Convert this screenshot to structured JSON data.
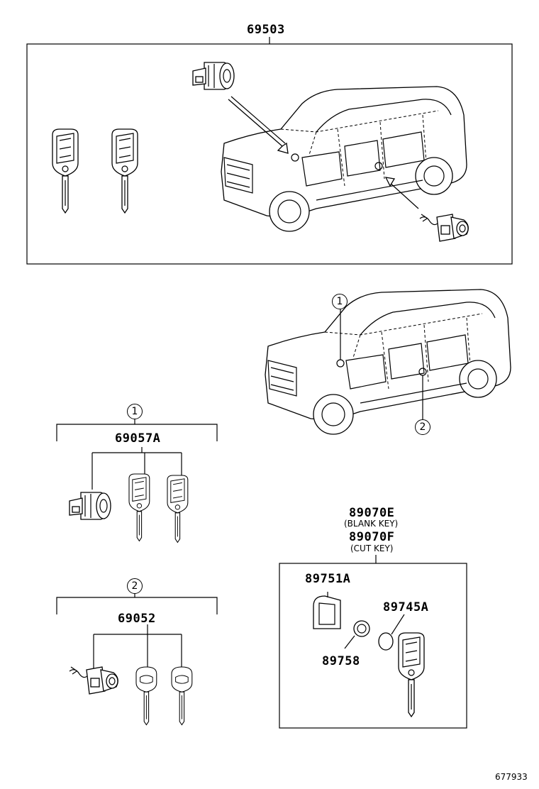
{
  "labels": {
    "assembly": "69503",
    "set1_part": "69057A",
    "set2_part": "69052",
    "key_part_a": "89070E",
    "key_part_a_note": "(BLANK KEY)",
    "key_part_b": "89070F",
    "key_part_b_note": "(CUT KEY)",
    "case": "89751A",
    "transmitter": "89745A",
    "battery": "89758"
  },
  "callouts": {
    "one": "1",
    "two": "2"
  },
  "figure_number": "677933"
}
